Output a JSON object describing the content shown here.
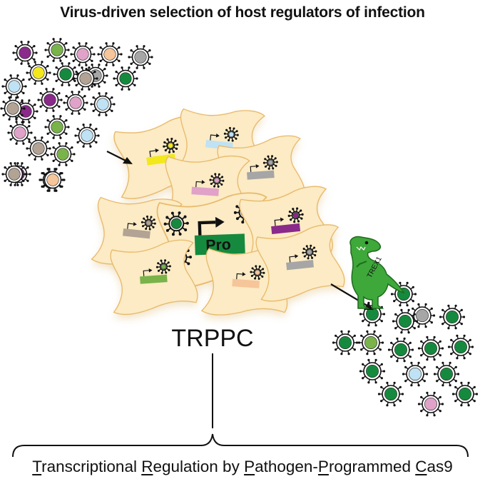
{
  "title": "Virus-driven selection of host regulators of infection",
  "acronym": "TRPPC",
  "promoter_label": "Pro",
  "dino_label": "TREX1",
  "full_name_parts": [
    {
      "text": "T",
      "underline": true
    },
    {
      "text": "ranscriptional ",
      "underline": false
    },
    {
      "text": "R",
      "underline": true
    },
    {
      "text": "egulation by ",
      "underline": false
    },
    {
      "text": "P",
      "underline": true
    },
    {
      "text": "athogen-",
      "underline": false
    },
    {
      "text": "P",
      "underline": true
    },
    {
      "text": "rogrammed ",
      "underline": false
    },
    {
      "text": "C",
      "underline": true
    },
    {
      "text": "as9",
      "underline": false
    }
  ],
  "colors": {
    "purple": "#8a2a8a",
    "green": "#79b34a",
    "pink": "#e0a2c8",
    "peach": "#f6c59a",
    "gray": "#a6a6a6",
    "yellow": "#f2e81c",
    "darkgreen": "#158a3e",
    "lightblue": "#bfe2f4",
    "taupe": "#b3a394",
    "cell": "#fcebc4",
    "cell_stroke": "#e8b96a",
    "dino": "#3ea83a"
  },
  "input_viruses": [
    "purple",
    "green",
    "pink",
    "peach",
    "gray",
    "yellow",
    "darkgreen",
    "gray",
    "darkgreen",
    "lightblue",
    "purple",
    "pink",
    "lightblue",
    "purple",
    "taupe",
    "green",
    "lightblue",
    "pink",
    "taupe",
    "green",
    "purple",
    "lightblue",
    "taupe",
    "taupe",
    "peach"
  ],
  "output_viruses": [
    "darkgreen",
    "darkgreen",
    "gray",
    "darkgreen",
    "green",
    "darkgreen",
    "darkgreen",
    "darkgreen",
    "darkgreen",
    "lightblue",
    "darkgreen",
    "darkgreen",
    "pink",
    "darkgreen",
    "darkgreen",
    "darkgreen"
  ],
  "cells": [
    {
      "bar": "yellow",
      "virus": "yellow"
    },
    {
      "bar": "lightblue",
      "virus": "lightblue"
    },
    {
      "bar": "gray",
      "virus": "gray"
    },
    {
      "bar": "pink",
      "virus": "pink"
    },
    {
      "bar": "taupe",
      "virus": "taupe"
    },
    {
      "bar": "darkgreen",
      "virus": "darkgreen"
    },
    {
      "bar": "purple",
      "virus": "purple"
    },
    {
      "bar": "green",
      "virus": "green"
    },
    {
      "bar": "peach",
      "virus": "peach"
    },
    {
      "bar": "gray",
      "virus": "gray"
    }
  ]
}
